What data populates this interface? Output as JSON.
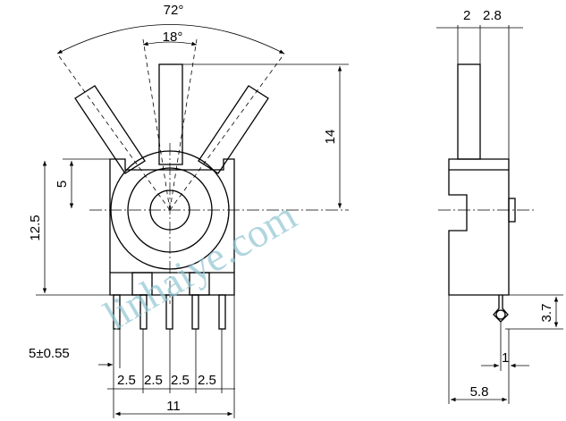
{
  "dimensions": {
    "angle_total": "72°",
    "angle_center": "18°",
    "width_a": "2",
    "width_b": "2.8",
    "shaft_height": "14",
    "center_offset": "5",
    "body_height": "12.5",
    "pin_dim": "5±0.55",
    "pin_pitch": [
      "2.5",
      "2.5",
      "2.5",
      "2.5"
    ],
    "overall_width": "11",
    "side_lead_height": "3.7",
    "side_lead_width": "1",
    "side_depth": "5.8"
  },
  "watermark": "linhaiye.com"
}
